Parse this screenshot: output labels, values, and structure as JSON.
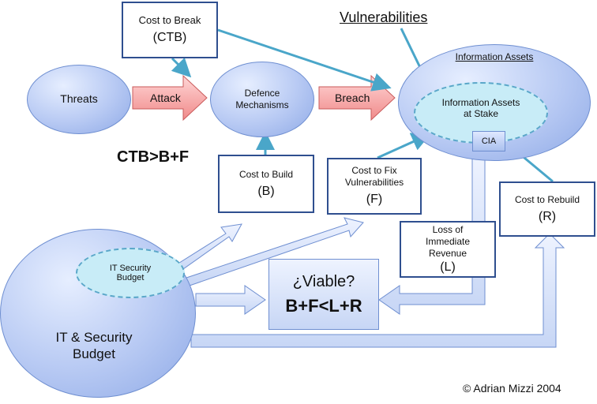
{
  "title_vulnerabilities": "Vulnerabilities",
  "threats": "Threats",
  "attack": "Attack",
  "defence": "Defence Mechanisms",
  "breach": "Breach",
  "info_assets": "Information Assets",
  "assets_at_stake": "Information Assets at Stake",
  "cia": "CIA",
  "ctb": {
    "label": "Cost to Break",
    "symbol": "(CTB)"
  },
  "ctb_formula": "CTB>B+F",
  "cost_build": {
    "label": "Cost to Build",
    "symbol": "(B)"
  },
  "cost_fix": {
    "label": "Cost to Fix Vulnerabilities",
    "symbol": "(F)"
  },
  "cost_rebuild": {
    "label": "Cost to Rebuild",
    "symbol": "(R)"
  },
  "loss_revenue": {
    "label": "Loss of Immediate Revenue",
    "symbol": "(L)"
  },
  "it_security_budget": "IT Security Budget",
  "it_budget": "IT & Security Budget",
  "viable": {
    "question": "¿Viable?",
    "formula": "B+F<L+R"
  },
  "copyright": "© Adrian Mizzi 2004"
}
